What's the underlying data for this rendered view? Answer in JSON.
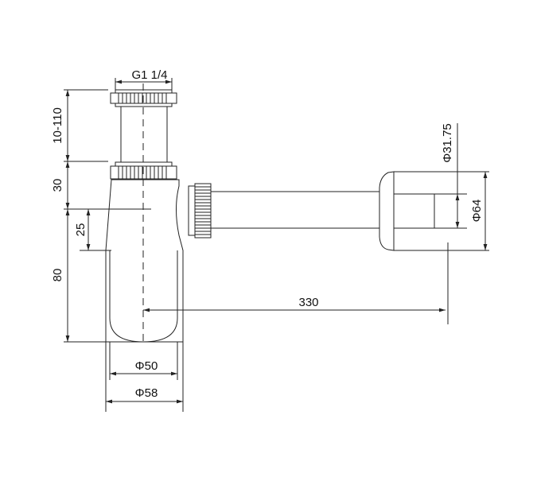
{
  "dimensions": {
    "thread": "G1 1/4",
    "height_adjust": "10-110",
    "upper_body": "30",
    "outlet_offset": "25",
    "bowl_height": "80",
    "bowl_inner_diameter": "Φ50",
    "bowl_outer_diameter": "Φ58",
    "outlet_length": "330",
    "pipe_diameter": "Φ31.75",
    "flange_diameter": "Φ64"
  }
}
